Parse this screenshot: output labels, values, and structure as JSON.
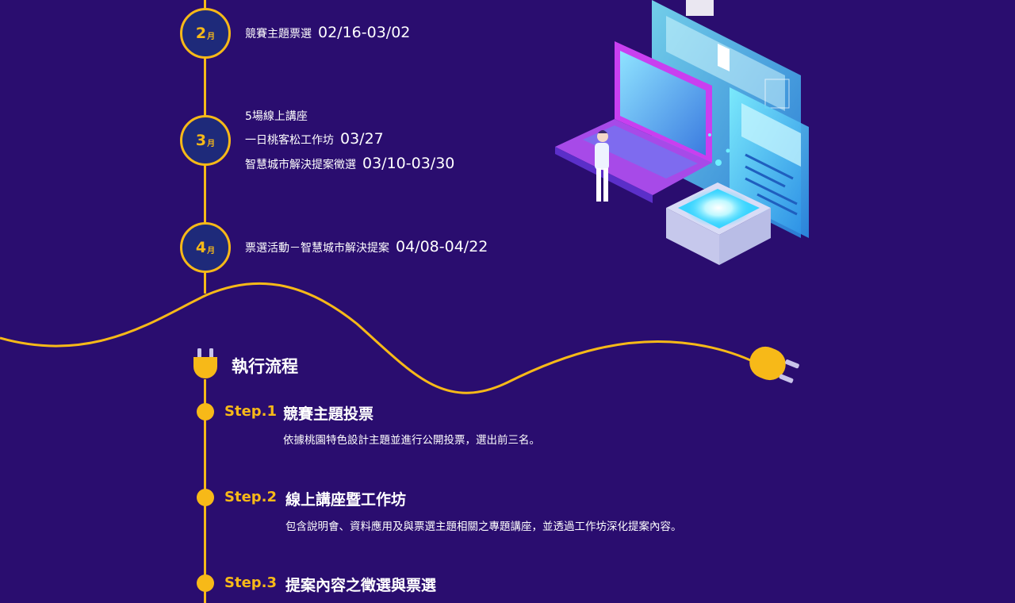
{
  "months": [
    {
      "num": "2",
      "unit": "月",
      "events": [
        {
          "label": "競賽主題票選",
          "date": "02/16-03/02"
        }
      ]
    },
    {
      "num": "3",
      "unit": "月",
      "events": [
        {
          "label": "5場線上講座",
          "date": ""
        },
        {
          "label": "一日桃客松工作坊",
          "date": "03/27"
        },
        {
          "label": "智慧城市解決提案徵選",
          "date": "03/10-03/30"
        }
      ]
    },
    {
      "num": "4",
      "unit": "月",
      "events": [
        {
          "label": "票選活動－智慧城市解決提案",
          "date": "04/08-04/22"
        }
      ]
    }
  ],
  "process": {
    "title": "執行流程",
    "steps": [
      {
        "label": "Step.1",
        "title": "競賽主題投票",
        "desc": "依據桃園特色設計主題並進行公開投票，選出前三名。"
      },
      {
        "label": "Step.2",
        "title": "線上講座暨工作坊",
        "desc": "包含說明會、資料應用及與票選主題相關之專題講座，並透過工作坊深化提案內容。"
      },
      {
        "label": "Step.3",
        "title": "提案內容之徵選與票選",
        "desc": ""
      }
    ]
  },
  "colors": {
    "background": "#2a0d6f",
    "accent": "#f7b918",
    "circle_fill": "#1e2a7a"
  }
}
